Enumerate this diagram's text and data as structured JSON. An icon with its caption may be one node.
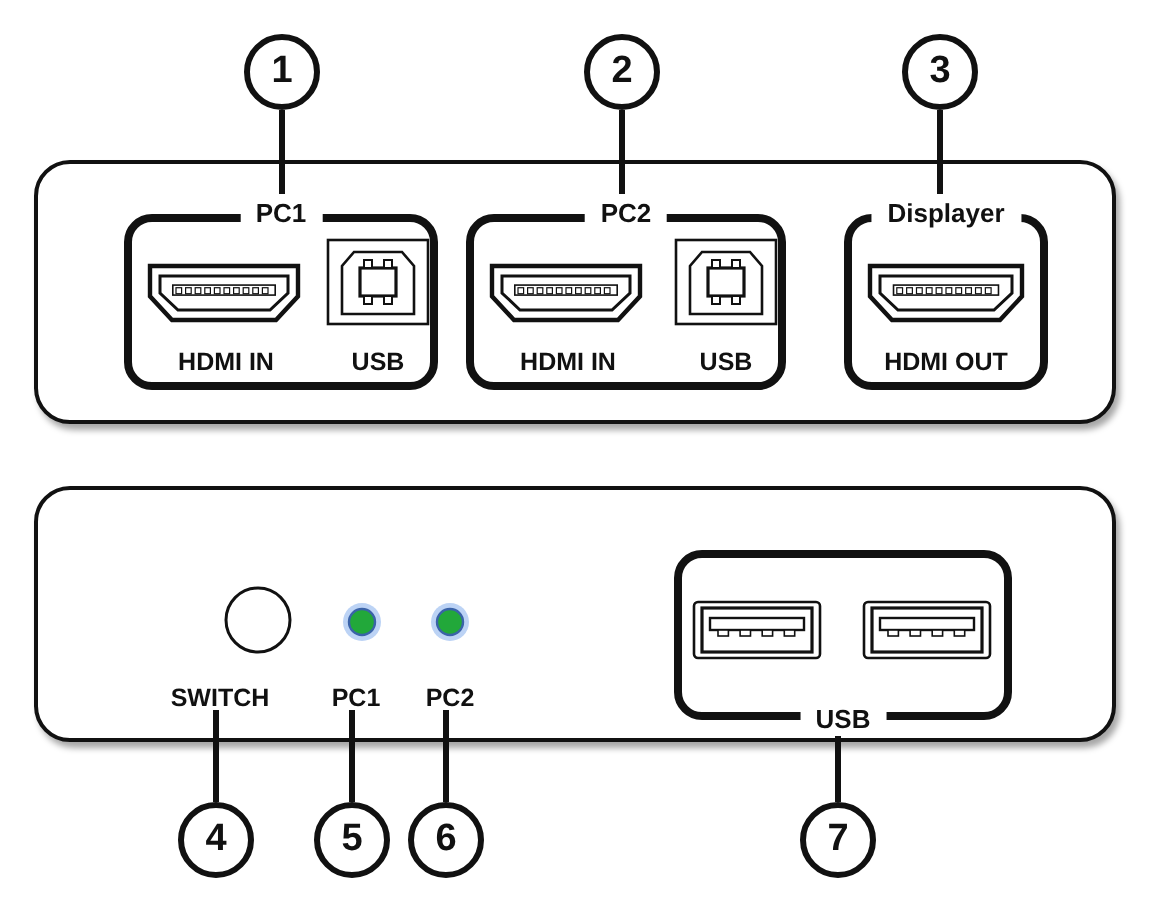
{
  "diagram": {
    "nodes": [
      {
        "text": [],
        "shape": "box"
      },
      {
        "text": [
          "PC1",
          "HDMI IN",
          "USB"
        ],
        "in": 0
      },
      {
        "text": [
          "PC2",
          "HDMI IN",
          "USB"
        ],
        "in": 0
      },
      {
        "text": [
          "Displayer",
          "HDMI OUT"
        ],
        "in": 0
      },
      {
        "text": [
          "1"
        ]
      },
      {
        "text": [
          "2"
        ]
      },
      {
        "text": [
          "3"
        ]
      },
      {
        "text": [],
        "shape": "box"
      },
      {
        "text": [
          "SWITCH"
        ],
        "in": 7
      },
      {
        "text": [
          "PC1"
        ],
        "in": 7
      },
      {
        "text": [
          "PC2"
        ],
        "in": 7
      },
      {
        "text": [
          "USB"
        ],
        "in": 7
      },
      {
        "text": [
          "4"
        ]
      },
      {
        "text": [
          "5"
        ]
      },
      {
        "text": [
          "6"
        ]
      },
      {
        "text": [
          "7"
        ]
      }
    ],
    "edges": [
      {
        "from": 4,
        "to": 1,
        "arrow": "none"
      },
      {
        "from": 5,
        "to": 2,
        "arrow": "none"
      },
      {
        "from": 6,
        "to": 3,
        "arrow": "none"
      },
      {
        "from": 12,
        "to": 8,
        "arrow": "none"
      },
      {
        "from": 13,
        "to": 9,
        "arrow": "none"
      },
      {
        "from": 14,
        "to": 10,
        "arrow": "none"
      },
      {
        "from": 15,
        "to": 11,
        "arrow": "none"
      }
    ]
  }
}
